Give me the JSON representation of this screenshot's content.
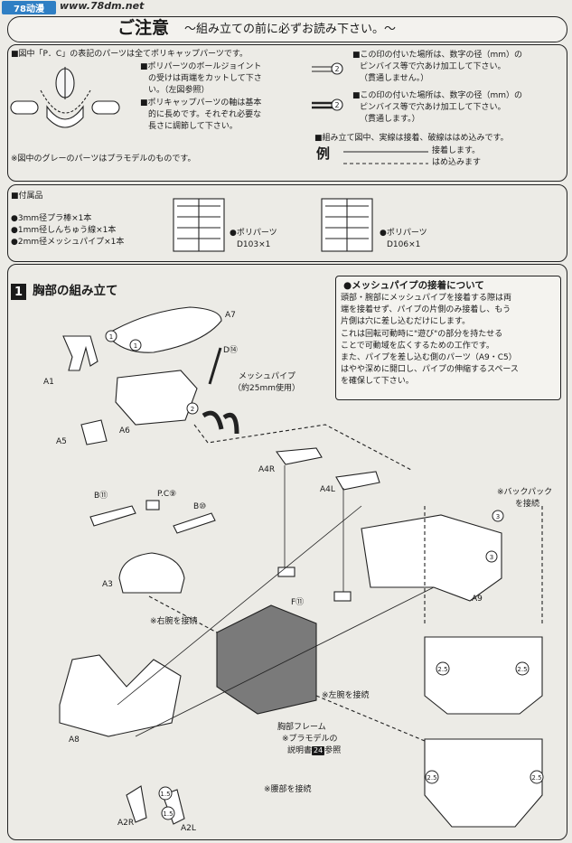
{
  "site": {
    "logo": "78动漫",
    "url": "www.78dm.net"
  },
  "header": {
    "title": "ご注意",
    "subtitle": "〜組み立ての前に必ずお読み下さい。〜"
  },
  "notes": {
    "pc_heading": "■図中「P．C」の表記のパーツは全てポリキャップパーツです。",
    "pc_bullet1": [
      "■ポリパーツのボールジョイント",
      "の受けは両端をカットして下さ",
      "い。（左図参照）"
    ],
    "pc_bullet2": [
      "■ポリキャップパーツの軸は基本",
      "的に長めです。それぞれ必要な",
      "長さに調節して下さい。"
    ],
    "gray_note": "※図中のグレーのパーツはプラモデルのものです。",
    "hole_note_1": [
      "■この印の付いた場所は、数字の径（mm）の",
      "ピンバイス等で穴あけ加工して下さい。",
      "（貫通しません。）"
    ],
    "hole_note_2": [
      "■この印の付いた場所は、数字の径（mm）の",
      "ピンバイス等で穴あけ加工して下さい。",
      "（貫通します。）"
    ],
    "mark_2": "2",
    "legend_heading": "■組み立て図中、実線は接着、破線ははめ込みです。",
    "legend_example": "例",
    "legend_solid": "接着します。",
    "legend_dashed": "はめ込みます"
  },
  "accessories": {
    "heading": "■付属品",
    "items": [
      "●3mm径プラ棒×1本",
      "●1mm径しんちゅう線×1本",
      "●2mm径メッシュパイプ×1本"
    ],
    "poly1": {
      "label": "●ポリパーツ",
      "code": "D103×1"
    },
    "poly2": {
      "label": "●ポリパーツ",
      "code": "D106×1"
    }
  },
  "step": {
    "number": "1",
    "title": "胸部の組み立て"
  },
  "mesh": {
    "heading": "●メッシュパイプの接着について",
    "lines": [
      "頭部・腕部にメッシュパイプを接着する際は両",
      "端を接着せず、パイプの片側のみ接着し、もう",
      "片側は穴に差し込むだけにします。",
      "これは回転可動時に\"遊び\"の部分を持たせる",
      "ことで可動域を広くするための工作です。",
      "また、パイプを差し込む側のパーツ（A9・C5）",
      "はやや深めに開口し、パイプの伸縮するスペース",
      "を確保して下さい。"
    ]
  },
  "labels": {
    "A7": "A7",
    "A1": "A1",
    "D14": "D⑭",
    "A5": "A5",
    "A6": "A6",
    "mesh_pipe": "メッシュパイプ",
    "mesh_len": "（約25mm使用）",
    "A4R": "A4R",
    "A4L": "A4L",
    "B11": "B⑪",
    "PC9": "P.C⑨",
    "B10": "B⑩",
    "backpack_1": "※バックパック",
    "backpack_2": "を接続",
    "A3": "A3",
    "F11": "F⑪",
    "A9": "A9",
    "right_arm": "※右腕を接続",
    "left_arm": "※左腕を接続",
    "A8": "A8",
    "frame": "胸部フレーム",
    "frame_note1": "※プラモデルの",
    "frame_note2": "説明書",
    "frame_badge": "24",
    "frame_note3": "参照",
    "waist": "※腰部を接続",
    "A2R": "A2R",
    "A2L": "A2L"
  },
  "marks": {
    "m1": "1",
    "m15": "1.5",
    "m2": "2",
    "m25": "2.5",
    "m3": "3"
  }
}
